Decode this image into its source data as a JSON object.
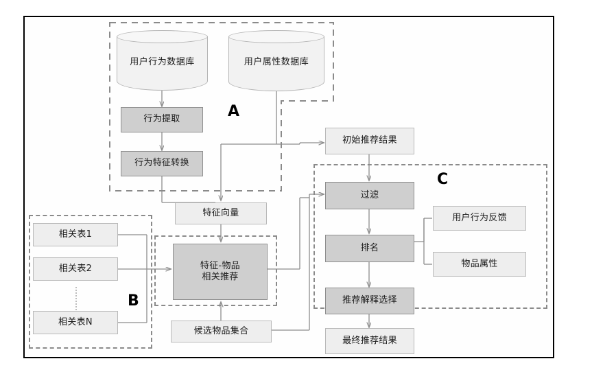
{
  "diagram": {
    "title": "Recommendation system architecture flowchart",
    "groups": [
      {
        "id": "A",
        "label": "A"
      },
      {
        "id": "B",
        "label": "B"
      },
      {
        "id": "C",
        "label": "C"
      }
    ],
    "databases": [
      {
        "id": "db-user-behavior",
        "label": "用户行为数据库"
      },
      {
        "id": "db-user-attribute",
        "label": "用户属性数据库"
      }
    ],
    "nodes": [
      {
        "id": "behavior-extraction",
        "label": "行为提取",
        "style": "dark"
      },
      {
        "id": "behavior-feature-transform",
        "label": "行为特征转换",
        "style": "dark"
      },
      {
        "id": "feature-vector",
        "label": "特征向量",
        "style": "light"
      },
      {
        "id": "related-table-1",
        "label": "相关表1",
        "style": "light"
      },
      {
        "id": "related-table-2",
        "label": "相关表2",
        "style": "light"
      },
      {
        "id": "related-table-n",
        "label": "相关表N",
        "style": "light"
      },
      {
        "id": "feature-item-recommend",
        "label": "特征-物品\n相关推荐",
        "style": "dark"
      },
      {
        "id": "candidate-item-set",
        "label": "候选物品集合",
        "style": "light"
      },
      {
        "id": "initial-recommend-result",
        "label": "初始推荐结果",
        "style": "light"
      },
      {
        "id": "filter",
        "label": "过滤",
        "style": "dark"
      },
      {
        "id": "ranking",
        "label": "排名",
        "style": "dark"
      },
      {
        "id": "recommend-explain-select",
        "label": "推荐解释选择",
        "style": "dark"
      },
      {
        "id": "final-recommend-result",
        "label": "最终推荐结果",
        "style": "light"
      },
      {
        "id": "user-behavior-feedback",
        "label": "用户行为反馈",
        "style": "light"
      },
      {
        "id": "item-attribute",
        "label": "物品属性",
        "style": "light"
      }
    ],
    "colors": {
      "frame_border": "#000000",
      "dark_fill": "#cfcfcf",
      "light_fill": "#eeeeee",
      "dashed_group": "#8a8a8a",
      "connector": "#888888",
      "cylinder_fill": "#f2f2f2"
    }
  }
}
